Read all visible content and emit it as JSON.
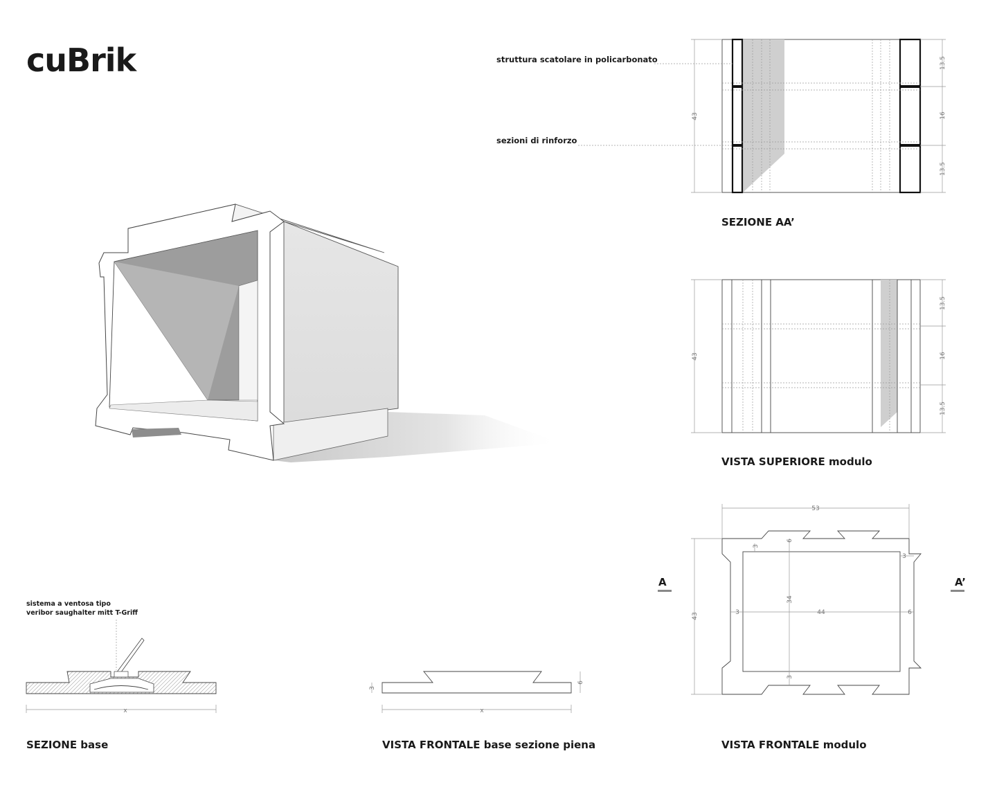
{
  "logo": {
    "text": "cuBrik"
  },
  "sections": {
    "sezione_aa": {
      "caption_bold": "SEZIONE AA’",
      "caption_rest": ""
    },
    "vista_superiore": {
      "caption_bold": "VISTA SUPERIORE",
      "caption_rest": " modulo"
    },
    "vista_frontale_modulo": {
      "caption_bold": "VISTA FRONTALE",
      "caption_rest": " modulo"
    },
    "sezione_base": {
      "caption_bold": "SEZIONE",
      "caption_rest": " base"
    },
    "vista_frontale_base": {
      "caption_bold": "VISTA FRONTALE",
      "caption_rest": " base sezione piena"
    }
  },
  "annotations": {
    "struttura": "struttura scatolare in policarbonato",
    "sezioni": "sezioni di rinforzo",
    "ventosa_line1": "sistema a ventosa tipo",
    "ventosa_line2": "veribor saughalter mitt T-Griff"
  },
  "markers": {
    "a": "A",
    "a_prime": "A’"
  },
  "dimensions": {
    "aa_height": "43",
    "aa_top": "13.5",
    "aa_mid": "16",
    "aa_bottom": "13.5",
    "sup_height": "43",
    "sup_top": "13.5",
    "sup_mid": "16",
    "sup_bottom": "13.5",
    "front_width": "53",
    "front_height": "43",
    "front_top_gap": "6",
    "front_top_inner": "3",
    "front_right_top": "3",
    "front_left": "3",
    "front_inner_height": "34",
    "front_inner_width": "44",
    "front_right": "6",
    "front_bottom": "3",
    "base_x": "x",
    "base_front_x": "x",
    "base_front_left": "3",
    "base_front_right": "6"
  }
}
